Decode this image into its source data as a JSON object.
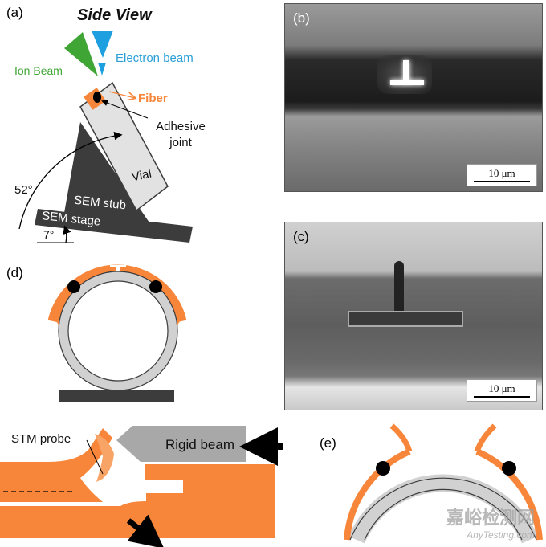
{
  "panel_a": {
    "letter": "(a)",
    "title": "Side View",
    "ion_beam": "Ion Beam",
    "electron_beam": "Electron beam",
    "fiber": "Fiber",
    "adhesive": "Adhesive joint",
    "vial": "Vial",
    "sem_stub": "SEM stub",
    "sem_stage": "SEM stage",
    "angle_52": "52°",
    "angle_7": "7°"
  },
  "panel_b": {
    "letter": "(b)",
    "scale": "10 μm"
  },
  "panel_c": {
    "letter": "(c)",
    "scale": "10 μm"
  },
  "panel_d": {
    "letter": "(d)"
  },
  "panel_e": {
    "letter": "(e)"
  },
  "panel_bottom": {
    "stm_probe": "STM probe",
    "rigid_beam": "Rigid beam"
  },
  "watermark": {
    "cn": "嘉峪检测网",
    "en": "AnyTesting.com"
  },
  "colors": {
    "orange": "#f7863a",
    "light_orange": "#f9a467",
    "gray_ring": "#d1d1d1",
    "dark_gray": "#3c3c3c",
    "green_beam": "#3fa535",
    "blue_beam": "#1e9fe0",
    "blue_text": "#2a9fd6",
    "green_text": "#3fa535"
  }
}
